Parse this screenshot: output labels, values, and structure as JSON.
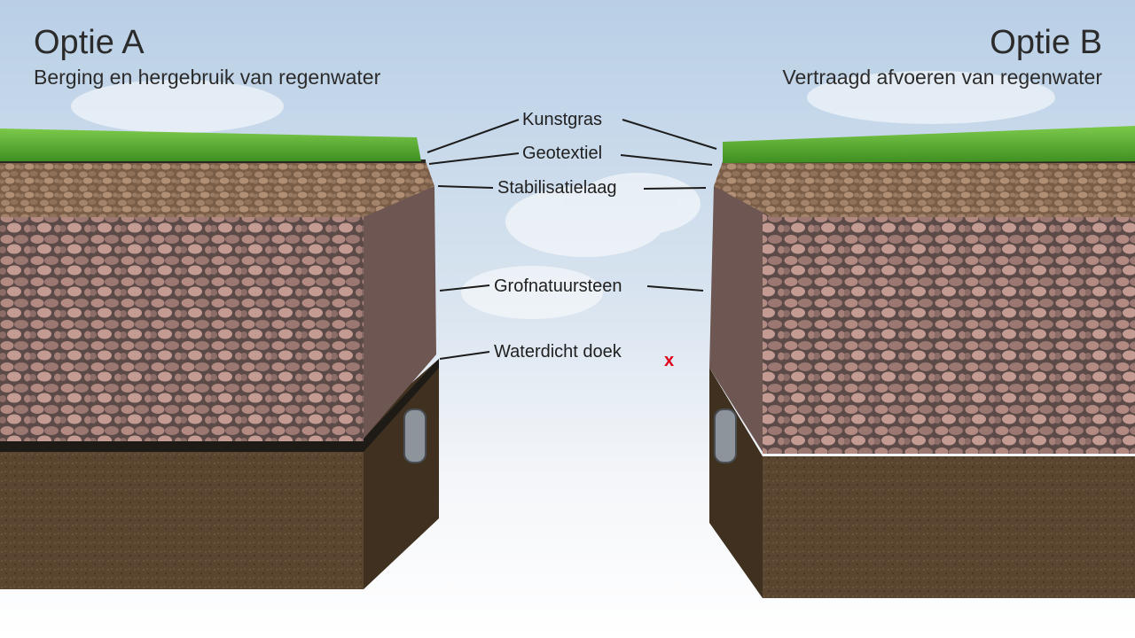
{
  "option_a": {
    "title": "Optie A",
    "subtitle": "Berging en hergebruik van regenwater"
  },
  "option_b": {
    "title": "Optie B",
    "subtitle": "Vertraagd afvoeren van regenwater"
  },
  "layers": [
    {
      "key": "kunstgras",
      "label": "Kunstgras"
    },
    {
      "key": "geotextiel",
      "label": "Geotextiel"
    },
    {
      "key": "stabilisatielaag",
      "label": "Stabilisatielaag"
    },
    {
      "key": "grofnatuursteen",
      "label": "Grofnatuursteen"
    },
    {
      "key": "waterdicht-doek",
      "label": "Waterdicht doek"
    }
  ],
  "option_b_marker": "x",
  "colors": {
    "grass": "#4fa52c",
    "gravel": "#8a6a52",
    "stone": "#9b6f68",
    "membrane": "#1e1a16",
    "soil": "#5a4630",
    "marker": "#e0001b"
  }
}
